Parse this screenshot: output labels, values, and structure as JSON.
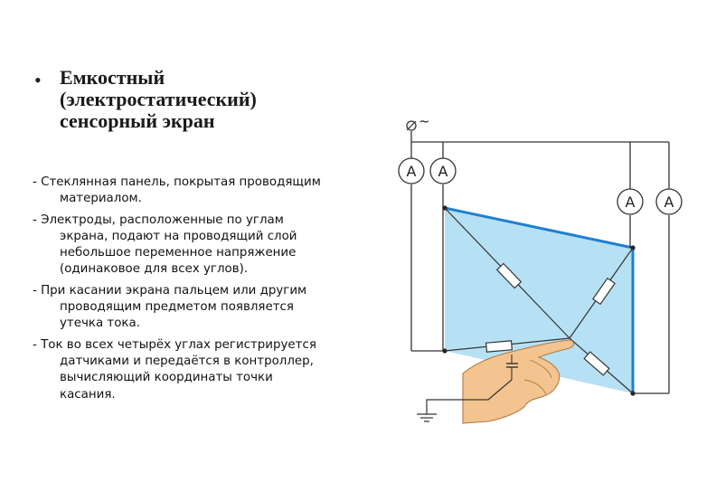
{
  "slide": {
    "bullet": "•",
    "title_lines": [
      "Емкостный",
      "(электростатический)",
      "сенсорный экран"
    ],
    "paragraphs": [
      {
        "lines": [
          "- Стеклянная панель, покрытая проводящим",
          "материалом."
        ]
      },
      {
        "lines": [
          "- Электроды, расположенные по углам",
          "экрана, подают на проводящий слой",
          "небольшое переменное напряжение",
          "(одинаковое для всех углов)."
        ]
      },
      {
        "lines": [
          "- При касании экрана пальцем или другим",
          "проводящим предметом появляется",
          "утечка тока."
        ]
      },
      {
        "lines": [
          "- Ток во всех четырёх углах регистрируется",
          "датчиками и передаётся в контроллер,",
          "вычисляющий координаты точки",
          "касания."
        ]
      }
    ]
  },
  "diagram": {
    "source_label": "⌀~",
    "ammeter_label": "A",
    "colors": {
      "glass": "#a9dcf2",
      "glass_edge": "#1f7fd0",
      "wire": "#333333",
      "hand": "#f3c48f",
      "hand_outline": "#b07a44"
    }
  }
}
